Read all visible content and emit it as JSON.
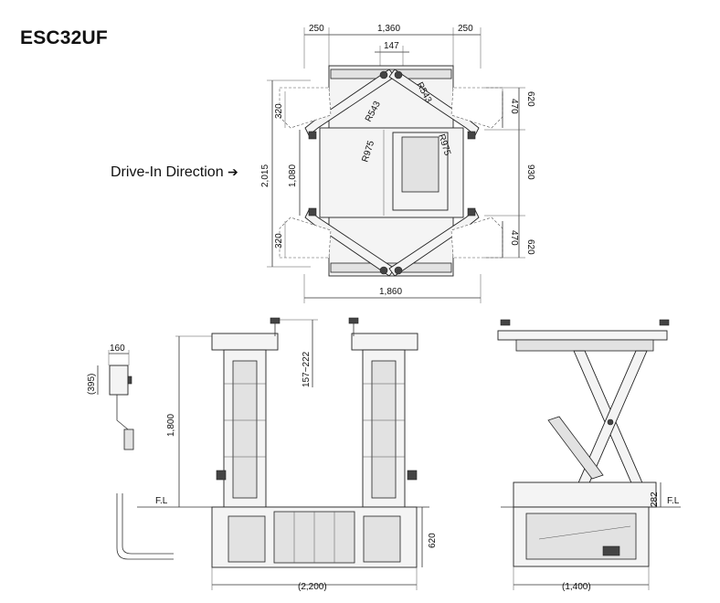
{
  "title": "ESC32UF",
  "drive_direction": {
    "label": "Drive-In Direction",
    "icon": "arrow-right-icon"
  },
  "top_view": {
    "dims_top": [
      "250",
      "1,360",
      "250"
    ],
    "dim_inner_top": "147",
    "dims_left": [
      "2,015",
      "1,080",
      "320",
      "320"
    ],
    "dims_right": [
      "620",
      "470",
      "930",
      "470",
      "620"
    ],
    "dim_bottom": "1,860",
    "radii": [
      "R543",
      "R543",
      "R975",
      "R975"
    ]
  },
  "console": {
    "width": "160",
    "height": "(395)"
  },
  "front_view": {
    "height_max": "1,800",
    "pad_range": "157~222",
    "floor_label": "F.L",
    "pit_depth": "620",
    "overall_width": "(2,200)"
  },
  "side_view": {
    "lowered_height": "282",
    "floor_label": "F.L",
    "overall_width": "(1,400)"
  }
}
